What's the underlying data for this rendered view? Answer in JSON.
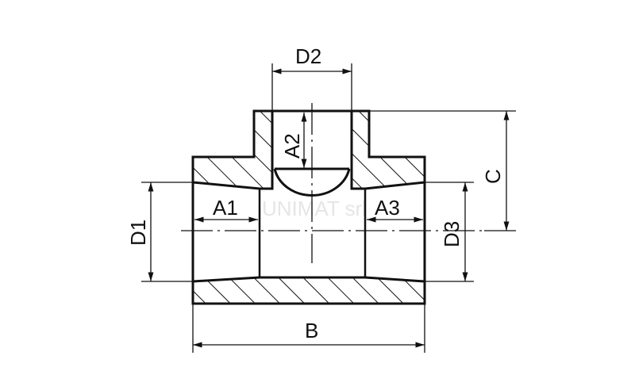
{
  "diagram": {
    "labels": {
      "d1": "D1",
      "d2": "D2",
      "d3": "D3",
      "a1": "A1",
      "a2": "A2",
      "a3": "A3",
      "b": "B",
      "c": "C"
    },
    "watermark": "UNIMAT srl",
    "colors": {
      "line": "#111111",
      "background": "#ffffff",
      "watermark": "#e6e6e6"
    }
  }
}
